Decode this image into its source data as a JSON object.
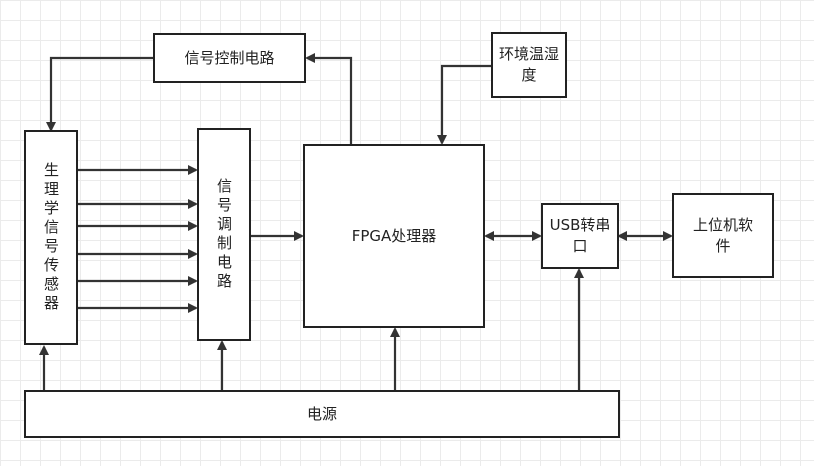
{
  "blocks": {
    "signal_control": "信号控制电路",
    "env_temp_humidity": "环境温湿度",
    "physio_sensor": "生理学信号传感器",
    "signal_conditioning": "信号调制电路",
    "fpga": "FPGA处理器",
    "usb_serial": "USB转串口",
    "host_software": "上位机软件",
    "power": "电源"
  },
  "colors": {
    "line": "#333333",
    "box_border": "#222222",
    "grid": "#ebebeb"
  }
}
